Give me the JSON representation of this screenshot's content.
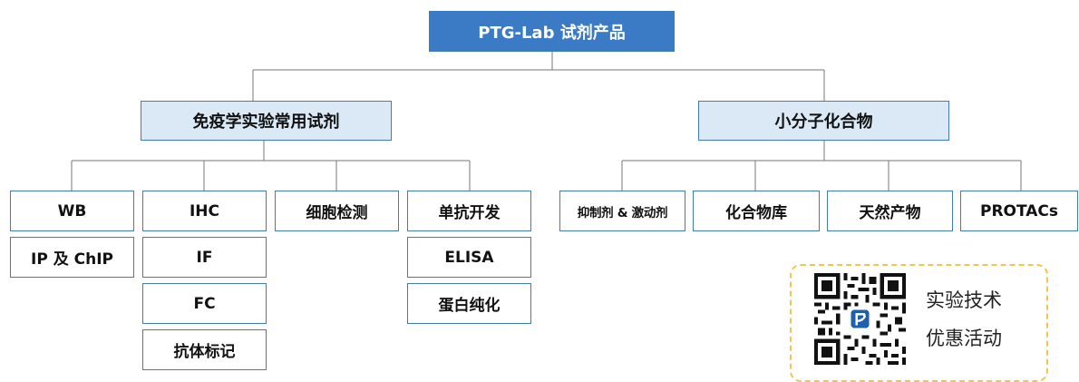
{
  "root": {
    "label": "PTG-Lab 试剂产品"
  },
  "categories": {
    "immuno": "免疫学实验常用试剂",
    "small_molecule": "小分子化合物"
  },
  "immuno_items": {
    "wb": "WB",
    "ip_chip": "IP 及 ChIP",
    "ihc": "IHC",
    "if": "IF",
    "fc": "FC",
    "antibody_label": "抗体标记",
    "cell_detect": "细胞检测",
    "mab_dev": "单抗开发",
    "elisa": "ELISA",
    "protein_purify": "蛋白纯化"
  },
  "small_molecule_items": {
    "inhibitors": "抑制剂 & 激动剂",
    "compound_lib": "化合物库",
    "natural": "天然产物",
    "protacs": "PROTACs"
  },
  "promo": {
    "line1": "实验技术",
    "line2": "优惠活动",
    "border_color": "#f2c649"
  },
  "colors": {
    "root_fill": "#3b7bc5",
    "category_fill": "#dbe9f6",
    "box_border": "#3d7cc4",
    "connector": "#777777"
  }
}
